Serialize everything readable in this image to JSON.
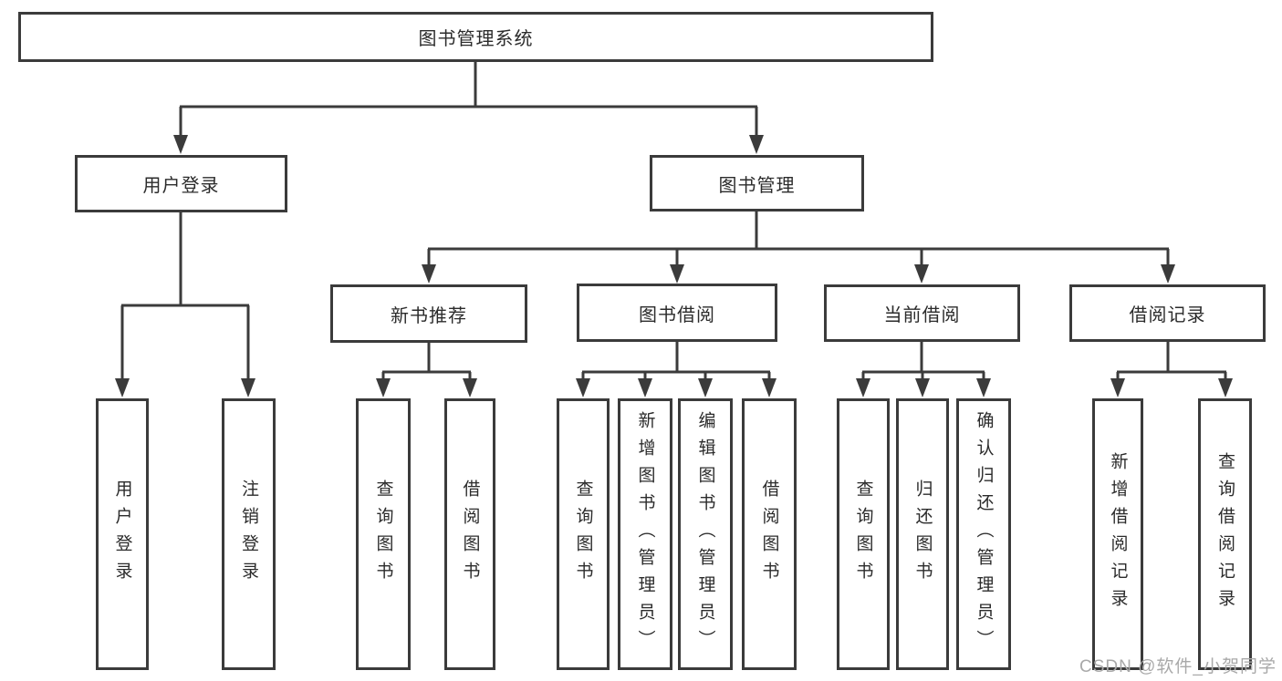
{
  "diagram": {
    "root": {
      "label": "图书管理系统"
    },
    "level2": [
      {
        "label": "用户登录"
      },
      {
        "label": "图书管理"
      }
    ],
    "level3": [
      {
        "label": "新书推荐"
      },
      {
        "label": "图书借阅"
      },
      {
        "label": "当前借阅"
      },
      {
        "label": "借阅记录"
      }
    ],
    "leaves": {
      "login": [
        "用户登录",
        "注销登录"
      ],
      "newbook": [
        "查询图书",
        "借阅图书"
      ],
      "borrow": [
        "查询图书",
        "新增图书（管理员）",
        "编辑图书（管理员）",
        "借阅图书"
      ],
      "current": [
        "查询图书",
        "归还图书",
        "确认归还（管理员）"
      ],
      "records": [
        "新增借阅记录",
        "查询借阅记录"
      ]
    }
  },
  "watermark": {
    "text": "CSDN @软件_小贺同学"
  },
  "colors": {
    "line": "#3b3b3b",
    "text": "#2b2b2b",
    "background": "#ffffff",
    "watermark": "#a9a9a9"
  }
}
